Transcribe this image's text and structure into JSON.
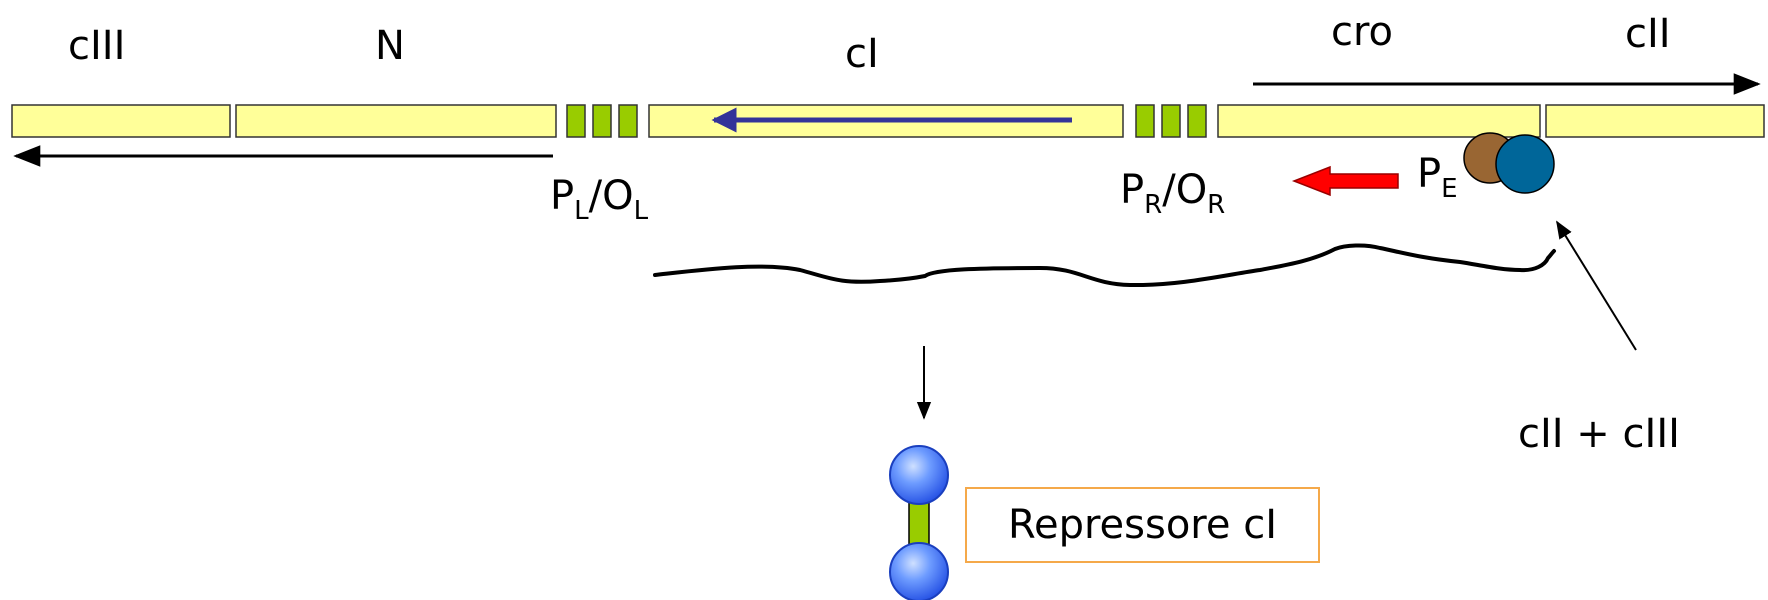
{
  "genes": {
    "ciii": "cIII",
    "n": "N",
    "ci": "cI",
    "cro": "cro",
    "cii": "cII"
  },
  "promoters": {
    "pl": {
      "p": "P",
      "p_sub": "L",
      "slash": "/",
      "o": "O",
      "o_sub": "L"
    },
    "pr": {
      "p": "P",
      "p_sub": "R",
      "slash": "/",
      "o": "O",
      "o_sub": "R"
    },
    "pe": {
      "p": "P",
      "p_sub": "E"
    }
  },
  "activators_label": "cII + cIII",
  "repressor_label": "Repressore cI",
  "colors": {
    "gene_fill": "#ffff99",
    "operator_fill": "#99cc00",
    "ci_arrow": "#333399",
    "pe_arrow": "#ff0000",
    "cii_protein": "#006699",
    "ciii_protein": "#996633",
    "repressor_domain": "#3366ff",
    "repressor_box_border": "#f5a94a"
  }
}
